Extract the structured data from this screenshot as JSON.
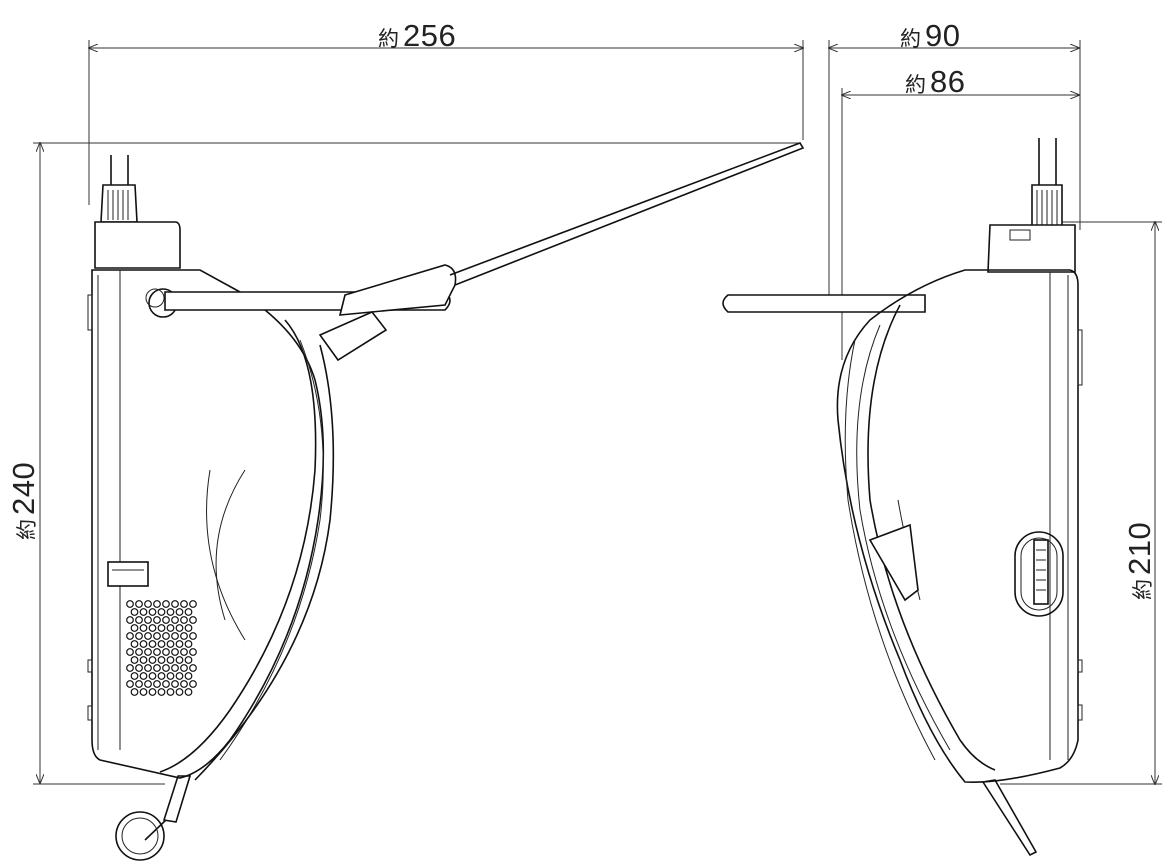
{
  "dimensions": {
    "total_width": {
      "prefix": "約",
      "value": "256"
    },
    "depth_max": {
      "prefix": "約",
      "value": "90"
    },
    "depth_body": {
      "prefix": "約",
      "value": "86"
    },
    "total_height": {
      "prefix": "約",
      "value": "240"
    },
    "body_height": {
      "prefix": "約",
      "value": "210"
    }
  }
}
